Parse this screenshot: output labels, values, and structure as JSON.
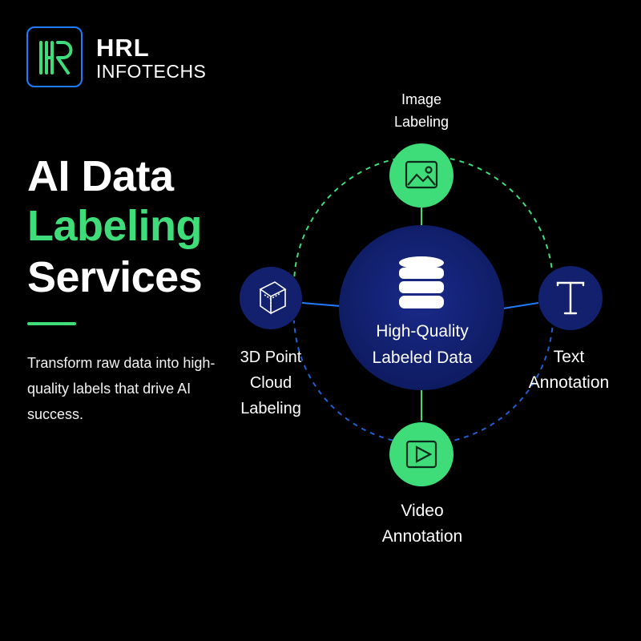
{
  "brand": {
    "logo_mark": "HR",
    "name": "HRL",
    "subtitle": "INFOTECHS"
  },
  "hero": {
    "line1": "AI Data",
    "line2": "Labeling",
    "line3": "Services",
    "description": "Transform raw data into high-quality labels that drive AI success."
  },
  "diagram": {
    "center": {
      "label_line1": "High-Quality",
      "label_line2": "Labeled Data",
      "icon": "database-icon"
    },
    "nodes": {
      "image": {
        "line1": "Image",
        "line2": "Labeling",
        "icon": "image-icon"
      },
      "text": {
        "line1": "Text",
        "line2": "Annotation",
        "icon": "text-t-icon"
      },
      "video": {
        "line1": "Video",
        "line2": "Annotation",
        "icon": "play-icon"
      },
      "pointcloud": {
        "line1": "3D Point",
        "line2": "Cloud",
        "line3": "Labeling",
        "icon": "cube-icon"
      }
    }
  },
  "colors": {
    "background": "#000000",
    "accent_green": "#3fdc7a",
    "navy": "#12206e",
    "blue_line": "#1f7cff"
  }
}
